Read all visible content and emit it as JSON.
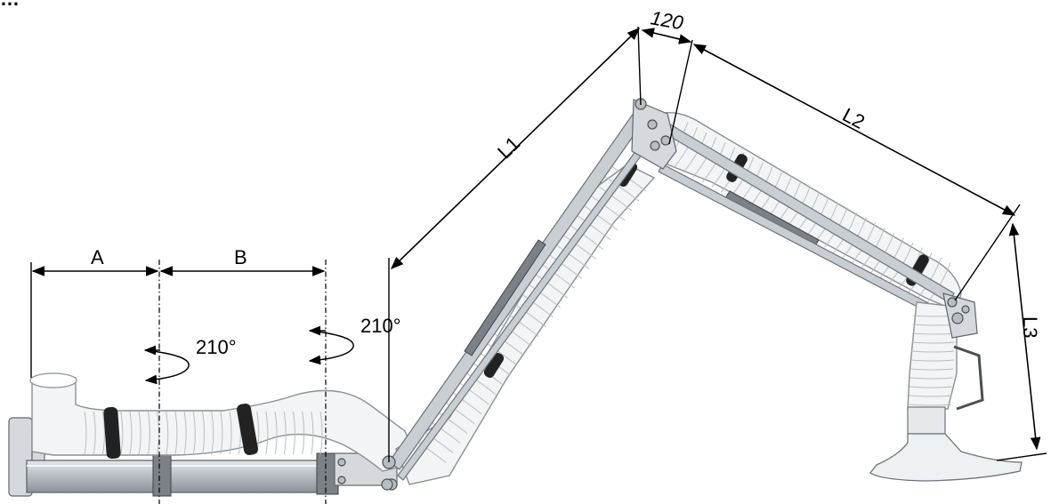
{
  "title": "",
  "title_display": "…",
  "dimensions": {
    "A": "A",
    "B": "B",
    "L1": "L1",
    "L2": "L2",
    "L3": "L3",
    "offset": "120"
  },
  "rotations": {
    "first": "210°",
    "second": "210°"
  },
  "colors": {
    "tube": "#f2f4f6",
    "clamp": "#222222",
    "rail": "#c9ced3",
    "line": "#000000"
  }
}
